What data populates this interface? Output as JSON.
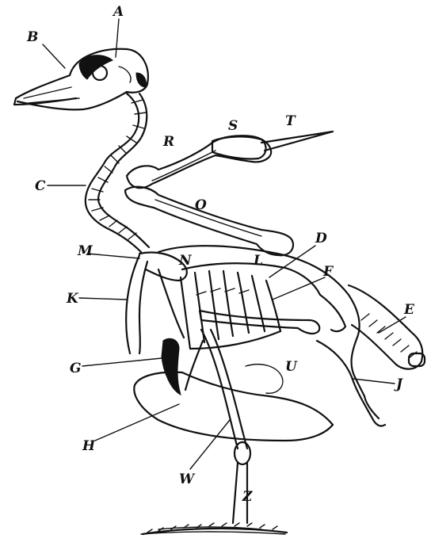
{
  "labels": {
    "A": "A",
    "B": "B",
    "C": "C",
    "D": "D",
    "E": "E",
    "F": "F",
    "G": "G",
    "H": "H",
    "J": "J",
    "K": "K",
    "L": "L",
    "M": "M",
    "N": "N",
    "O": "O",
    "R": "R",
    "S": "S",
    "T": "T",
    "U": "U",
    "W": "W",
    "Z": "Z"
  }
}
